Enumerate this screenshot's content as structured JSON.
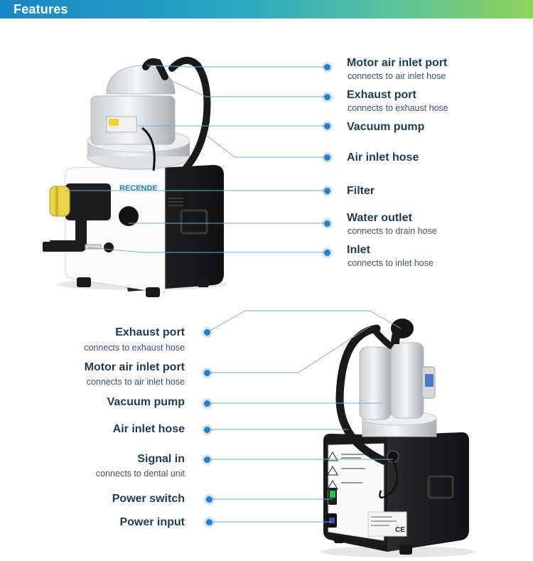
{
  "header": {
    "title": "Features"
  },
  "top_labels": [
    {
      "label": "Motor air inlet port",
      "sub": "connects to air inlet hose"
    },
    {
      "label": "Exhaust port",
      "sub": "connects to exhaust hose"
    },
    {
      "label": "Vacuum pump",
      "sub": ""
    },
    {
      "label": "Air inlet hose",
      "sub": ""
    },
    {
      "label": "Filter",
      "sub": ""
    },
    {
      "label": "Water outlet",
      "sub": "connects to drain hose"
    },
    {
      "label": "Inlet",
      "sub": "connects to inlet hose"
    }
  ],
  "bottom_labels": [
    {
      "label": "Exhaust port",
      "sub": "connects to exhaust hose"
    },
    {
      "label": "Motor air inlet port",
      "sub": "connects to air inlet hose"
    },
    {
      "label": "Vacuum pump",
      "sub": ""
    },
    {
      "label": "Air inlet hose",
      "sub": ""
    },
    {
      "label": "Signal in",
      "sub": "connects to dental unit"
    },
    {
      "label": "Power switch",
      "sub": ""
    },
    {
      "label": "Power input",
      "sub": ""
    }
  ],
  "device": {
    "brand": "RECENDE",
    "ce_mark": "CE"
  },
  "colors": {
    "accent": "#2a7fc0",
    "label": "#1d3b52",
    "cabinet": "#1c1c1e"
  }
}
